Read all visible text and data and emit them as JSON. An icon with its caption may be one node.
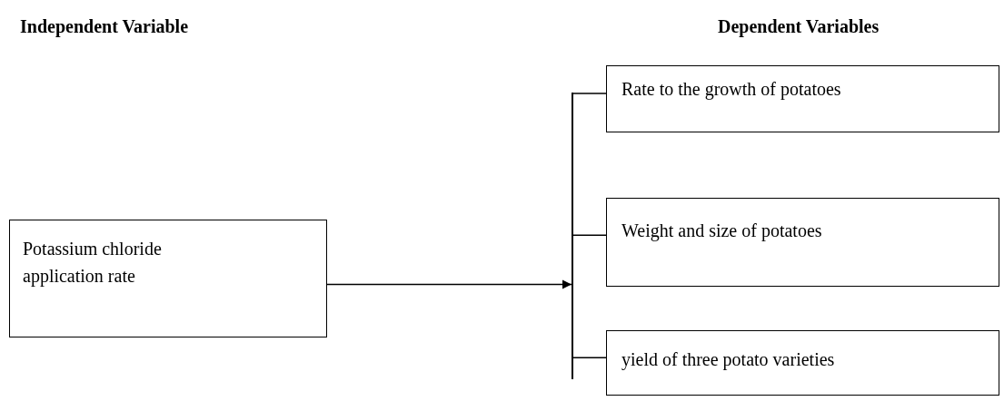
{
  "diagram": {
    "nodes": [
      {
        "text": [
          "Potassium chloride application rate"
        ]
      },
      {
        "text": [],
        "shape": "bar"
      },
      {
        "text": [
          "Rate to the growth of potatoes"
        ]
      },
      {
        "text": [
          "Weight and size of potatoes"
        ]
      },
      {
        "text": [
          "yield of three potato varieties"
        ]
      }
    ],
    "edges": [
      {
        "from": 0,
        "to": 1,
        "arrow": "to"
      },
      {
        "from": 1,
        "to": 2,
        "arrow": "none"
      },
      {
        "from": 1,
        "to": 3,
        "arrow": "none"
      },
      {
        "from": 1,
        "to": 4,
        "arrow": "none"
      }
    ],
    "labels": [
      "Independent Variable",
      "Dependent Variables"
    ]
  }
}
